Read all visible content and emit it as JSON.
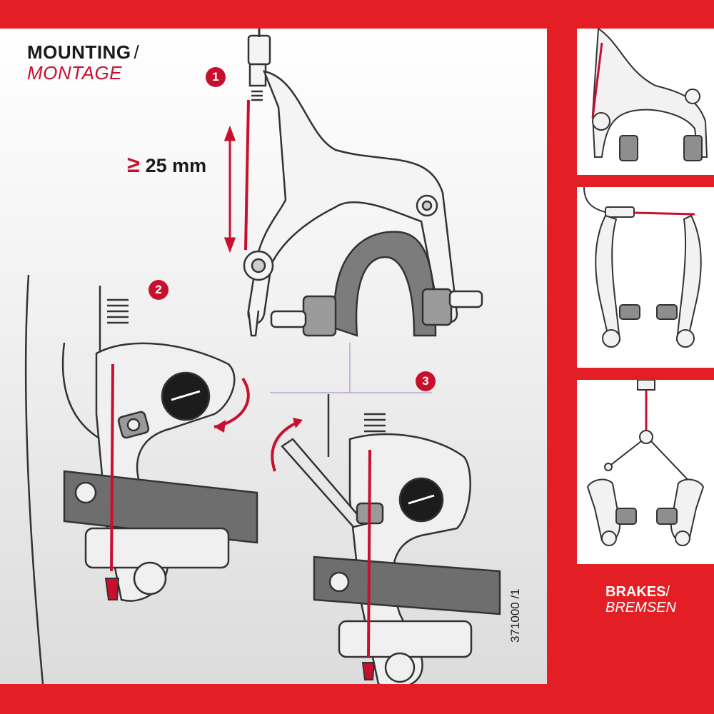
{
  "heading": {
    "title_en": "MOUNTING",
    "slash": "/",
    "title_de": "MONTAGE"
  },
  "measurement": {
    "symbol": "≥",
    "value": "25 mm"
  },
  "steps": [
    "1",
    "2",
    "3"
  ],
  "part_number": "371000 /1",
  "side_caption": {
    "title_en": "BRAKES",
    "slash": "/",
    "title_de": "BREMSEN"
  },
  "colors": {
    "accent": "#e31e24",
    "cable": "#c8102e",
    "outline": "#333333"
  },
  "thumbnails": [
    "caliper-brake",
    "v-brake",
    "cantilever-brake"
  ]
}
